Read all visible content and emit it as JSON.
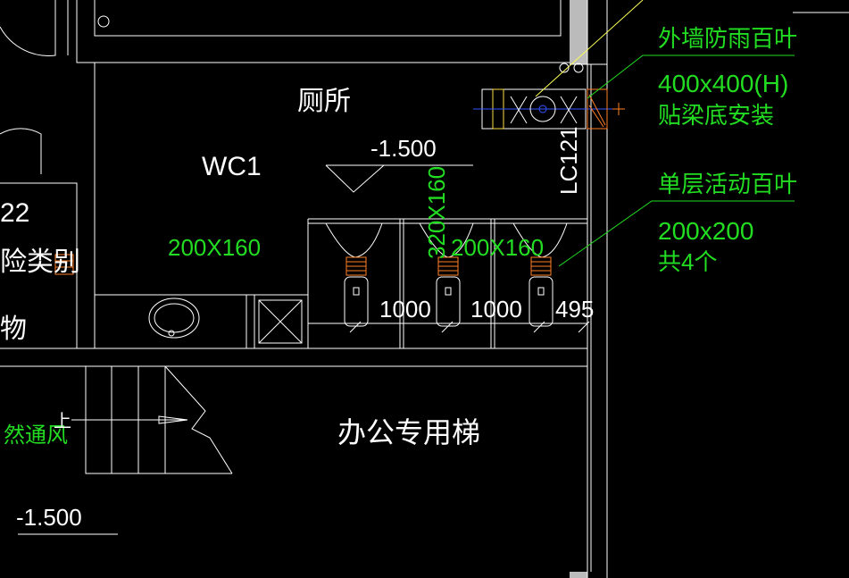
{
  "room": {
    "name": "厕所",
    "code": "WC1",
    "level": "-1.500",
    "wc_divider_a": "1000",
    "wc_divider_b": "1000",
    "wc_divider_c": "495",
    "window_code": "LC121"
  },
  "ducts": {
    "left": "200X160",
    "right": "200X160",
    "vertical": "320X160"
  },
  "left_partial": {
    "num": "22",
    "line1": "险类别",
    "line2": "物",
    "green": "然通风",
    "up": "上"
  },
  "lower": {
    "stair": "办公专用梯",
    "level": "-1.500"
  },
  "callouts": {
    "louver1_title": "外墙防雨百叶",
    "louver1_size": "400x400(H)",
    "louver1_note": "贴梁底安装",
    "louver2_title": "单层活动百叶",
    "louver2_size": "200x200",
    "louver2_count": "共4个"
  },
  "colors": {
    "background": "#000000",
    "line": "#ffffff",
    "annotation": "#22dd22",
    "accent": "#ff7f27",
    "fan": "#2255ff"
  }
}
